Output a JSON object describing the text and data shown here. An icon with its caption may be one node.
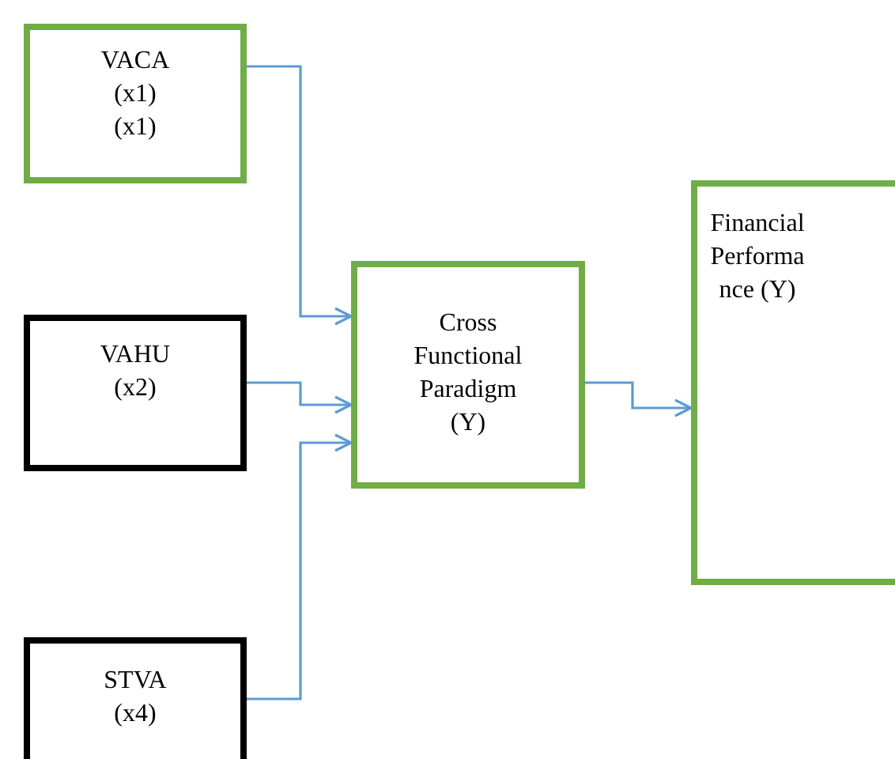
{
  "diagram": {
    "nodes": [
      {
        "text": [
          "VACA (x1) (x1)"
        ]
      },
      {
        "text": [
          "VAHU (x2)"
        ]
      },
      {
        "text": [
          "STVA (x4)"
        ]
      },
      {
        "text": [
          "Cross Functional Paradigm (Y)"
        ]
      },
      {
        "text": [
          "Financial Performa nce (Y)"
        ]
      }
    ],
    "edges": [
      {
        "from": 0,
        "to": 3,
        "arrow": "to"
      },
      {
        "from": 1,
        "to": 3,
        "arrow": "to"
      },
      {
        "from": 2,
        "to": 3,
        "arrow": "to"
      },
      {
        "from": 3,
        "to": 4,
        "arrow": "to"
      }
    ]
  }
}
